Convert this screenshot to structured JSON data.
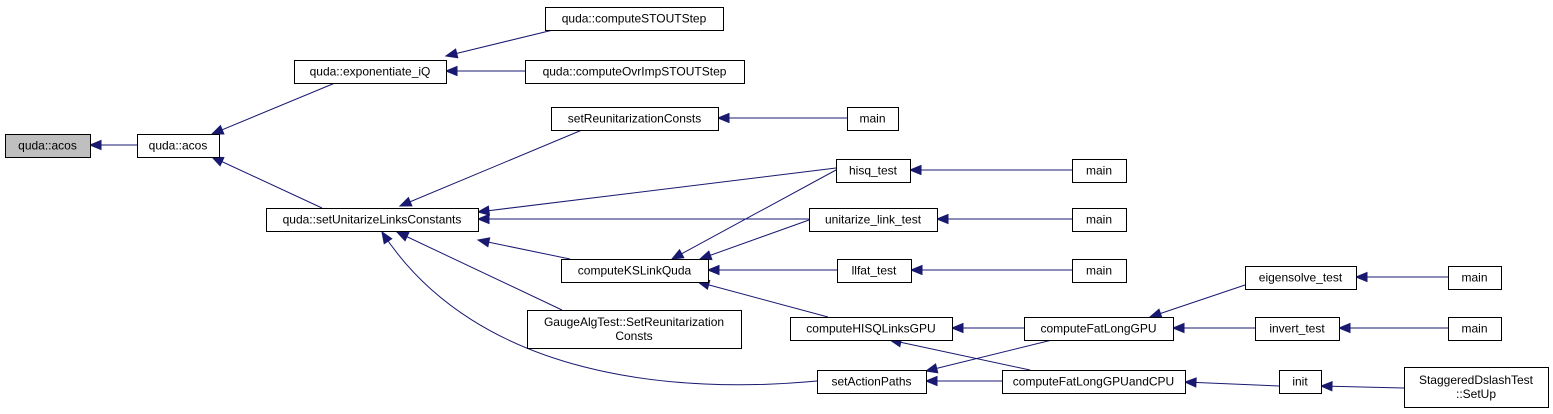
{
  "colors": {
    "edge": "#191970",
    "root_fill": "#bfbfbf",
    "node_fill": "#ffffff",
    "border": "#000000"
  },
  "nodes": {
    "n0": {
      "lines": [
        "quda::acos"
      ],
      "root": true
    },
    "n1": {
      "lines": [
        "quda::acos"
      ]
    },
    "n2": {
      "lines": [
        "quda::exponentiate_iQ"
      ]
    },
    "n3": {
      "lines": [
        "quda::computeSTOUTStep"
      ]
    },
    "n4": {
      "lines": [
        "quda::computeOvrImpSTOUTStep"
      ]
    },
    "n5": {
      "lines": [
        "quda::setUnitarizeLinksConstants"
      ]
    },
    "n6": {
      "lines": [
        "setReunitarizationConsts"
      ]
    },
    "n7": {
      "lines": [
        "main"
      ]
    },
    "n8": {
      "lines": [
        "hisq_test"
      ]
    },
    "n9": {
      "lines": [
        "main"
      ]
    },
    "n10": {
      "lines": [
        "unitarize_link_test"
      ]
    },
    "n11": {
      "lines": [
        "main"
      ]
    },
    "n12": {
      "lines": [
        "computeKSLinkQuda"
      ]
    },
    "n13": {
      "lines": [
        "llfat_test"
      ]
    },
    "n14": {
      "lines": [
        "main"
      ]
    },
    "n15": {
      "lines": [
        "GaugeAlgTest::SetReunitarization",
        "Consts"
      ]
    },
    "n16": {
      "lines": [
        "computeHISQLinksGPU"
      ]
    },
    "n17": {
      "lines": [
        "computeFatLongGPU"
      ]
    },
    "n18": {
      "lines": [
        "eigensolve_test"
      ]
    },
    "n19": {
      "lines": [
        "main"
      ]
    },
    "n20": {
      "lines": [
        "invert_test"
      ]
    },
    "n21": {
      "lines": [
        "main"
      ]
    },
    "n22": {
      "lines": [
        "setActionPaths"
      ]
    },
    "n23": {
      "lines": [
        "computeFatLongGPUandCPU"
      ]
    },
    "n24": {
      "lines": [
        "init"
      ]
    },
    "n25": {
      "lines": [
        "StaggeredDslashTest",
        "::SetUp"
      ]
    }
  }
}
